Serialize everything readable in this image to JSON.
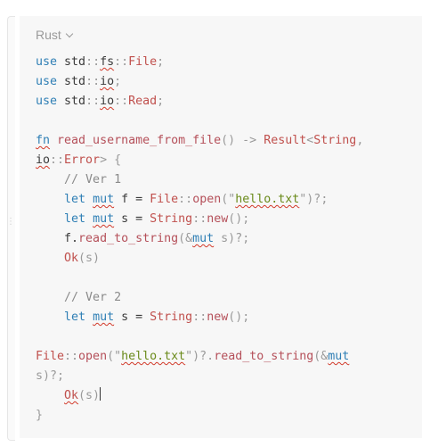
{
  "editor": {
    "language": "Rust",
    "drag_handle_glyph": "⋮"
  },
  "code_lines": [
    [
      {
        "t": "use",
        "c": "kw"
      },
      {
        "t": " std"
      },
      {
        "t": "::",
        "c": "punc"
      },
      {
        "t": "fs",
        "c": "sq"
      },
      {
        "t": "::",
        "c": "punc"
      },
      {
        "t": "File",
        "c": "ty"
      },
      {
        "t": ";",
        "c": "punc"
      }
    ],
    [
      {
        "t": "use",
        "c": "kw"
      },
      {
        "t": " std"
      },
      {
        "t": "::",
        "c": "punc"
      },
      {
        "t": "io",
        "c": "sq"
      },
      {
        "t": ";",
        "c": "punc"
      }
    ],
    [
      {
        "t": "use",
        "c": "kw"
      },
      {
        "t": " std"
      },
      {
        "t": "::",
        "c": "punc"
      },
      {
        "t": "io",
        "c": "sq"
      },
      {
        "t": "::",
        "c": "punc"
      },
      {
        "t": "Read",
        "c": "ty"
      },
      {
        "t": ";",
        "c": "punc"
      }
    ],
    [],
    [
      {
        "t": "fn",
        "c": "kw sq"
      },
      {
        "t": " "
      },
      {
        "t": "read_username_from_file",
        "c": "fn"
      },
      {
        "t": "() -> ",
        "c": "punc"
      },
      {
        "t": "Result",
        "c": "ty"
      },
      {
        "t": "<",
        "c": "punc"
      },
      {
        "t": "String",
        "c": "ty"
      },
      {
        "t": ",",
        "c": "punc"
      }
    ],
    [
      {
        "t": "io",
        "c": "sq"
      },
      {
        "t": "::",
        "c": "punc"
      },
      {
        "t": "Error",
        "c": "ty"
      },
      {
        "t": "> {",
        "c": "punc"
      }
    ],
    [
      {
        "t": "    "
      },
      {
        "t": "// Ver 1",
        "c": "cm"
      }
    ],
    [
      {
        "t": "    "
      },
      {
        "t": "let",
        "c": "kw"
      },
      {
        "t": " "
      },
      {
        "t": "mut",
        "c": "kw sq"
      },
      {
        "t": " f = "
      },
      {
        "t": "File",
        "c": "ty"
      },
      {
        "t": "::",
        "c": "punc"
      },
      {
        "t": "open",
        "c": "fn"
      },
      {
        "t": "(\"",
        "c": "punc"
      },
      {
        "t": "hello.txt",
        "c": "str sq"
      },
      {
        "t": "\")?;",
        "c": "punc"
      }
    ],
    [
      {
        "t": "    "
      },
      {
        "t": "let",
        "c": "kw"
      },
      {
        "t": " "
      },
      {
        "t": "mut",
        "c": "kw sq"
      },
      {
        "t": " s = "
      },
      {
        "t": "String",
        "c": "ty"
      },
      {
        "t": "::",
        "c": "punc"
      },
      {
        "t": "new",
        "c": "fn"
      },
      {
        "t": "();",
        "c": "punc"
      }
    ],
    [
      {
        "t": "    f."
      },
      {
        "t": "read_to_string",
        "c": "fn"
      },
      {
        "t": "(&",
        "c": "punc"
      },
      {
        "t": "mut",
        "c": "kw sq"
      },
      {
        "t": " s)?;",
        "c": "punc"
      }
    ],
    [
      {
        "t": "    "
      },
      {
        "t": "Ok",
        "c": "ty"
      },
      {
        "t": "(s)",
        "c": "punc"
      }
    ],
    [],
    [
      {
        "t": "    "
      },
      {
        "t": "// Ver 2",
        "c": "cm"
      }
    ],
    [
      {
        "t": "    "
      },
      {
        "t": "let",
        "c": "kw"
      },
      {
        "t": " "
      },
      {
        "t": "mut",
        "c": "kw sq"
      },
      {
        "t": " s = "
      },
      {
        "t": "String",
        "c": "ty"
      },
      {
        "t": "::",
        "c": "punc"
      },
      {
        "t": "new",
        "c": "fn"
      },
      {
        "t": "();",
        "c": "punc"
      }
    ],
    [],
    [
      {
        "t": "File",
        "c": "ty"
      },
      {
        "t": "::",
        "c": "punc"
      },
      {
        "t": "open",
        "c": "fn"
      },
      {
        "t": "(\"",
        "c": "punc"
      },
      {
        "t": "hello.txt",
        "c": "str sq"
      },
      {
        "t": "\")?.",
        "c": "punc"
      },
      {
        "t": "read_to_string",
        "c": "fn"
      },
      {
        "t": "(&",
        "c": "punc"
      },
      {
        "t": "mut",
        "c": "kw sq"
      }
    ],
    [
      {
        "t": "s)?;",
        "c": "punc"
      }
    ],
    [
      {
        "t": "    "
      },
      {
        "t": "Ok",
        "c": "ty sq"
      },
      {
        "t": "(s)",
        "c": "punc"
      },
      {
        "cursor": true
      }
    ],
    [
      {
        "t": "}",
        "c": "punc"
      }
    ]
  ]
}
